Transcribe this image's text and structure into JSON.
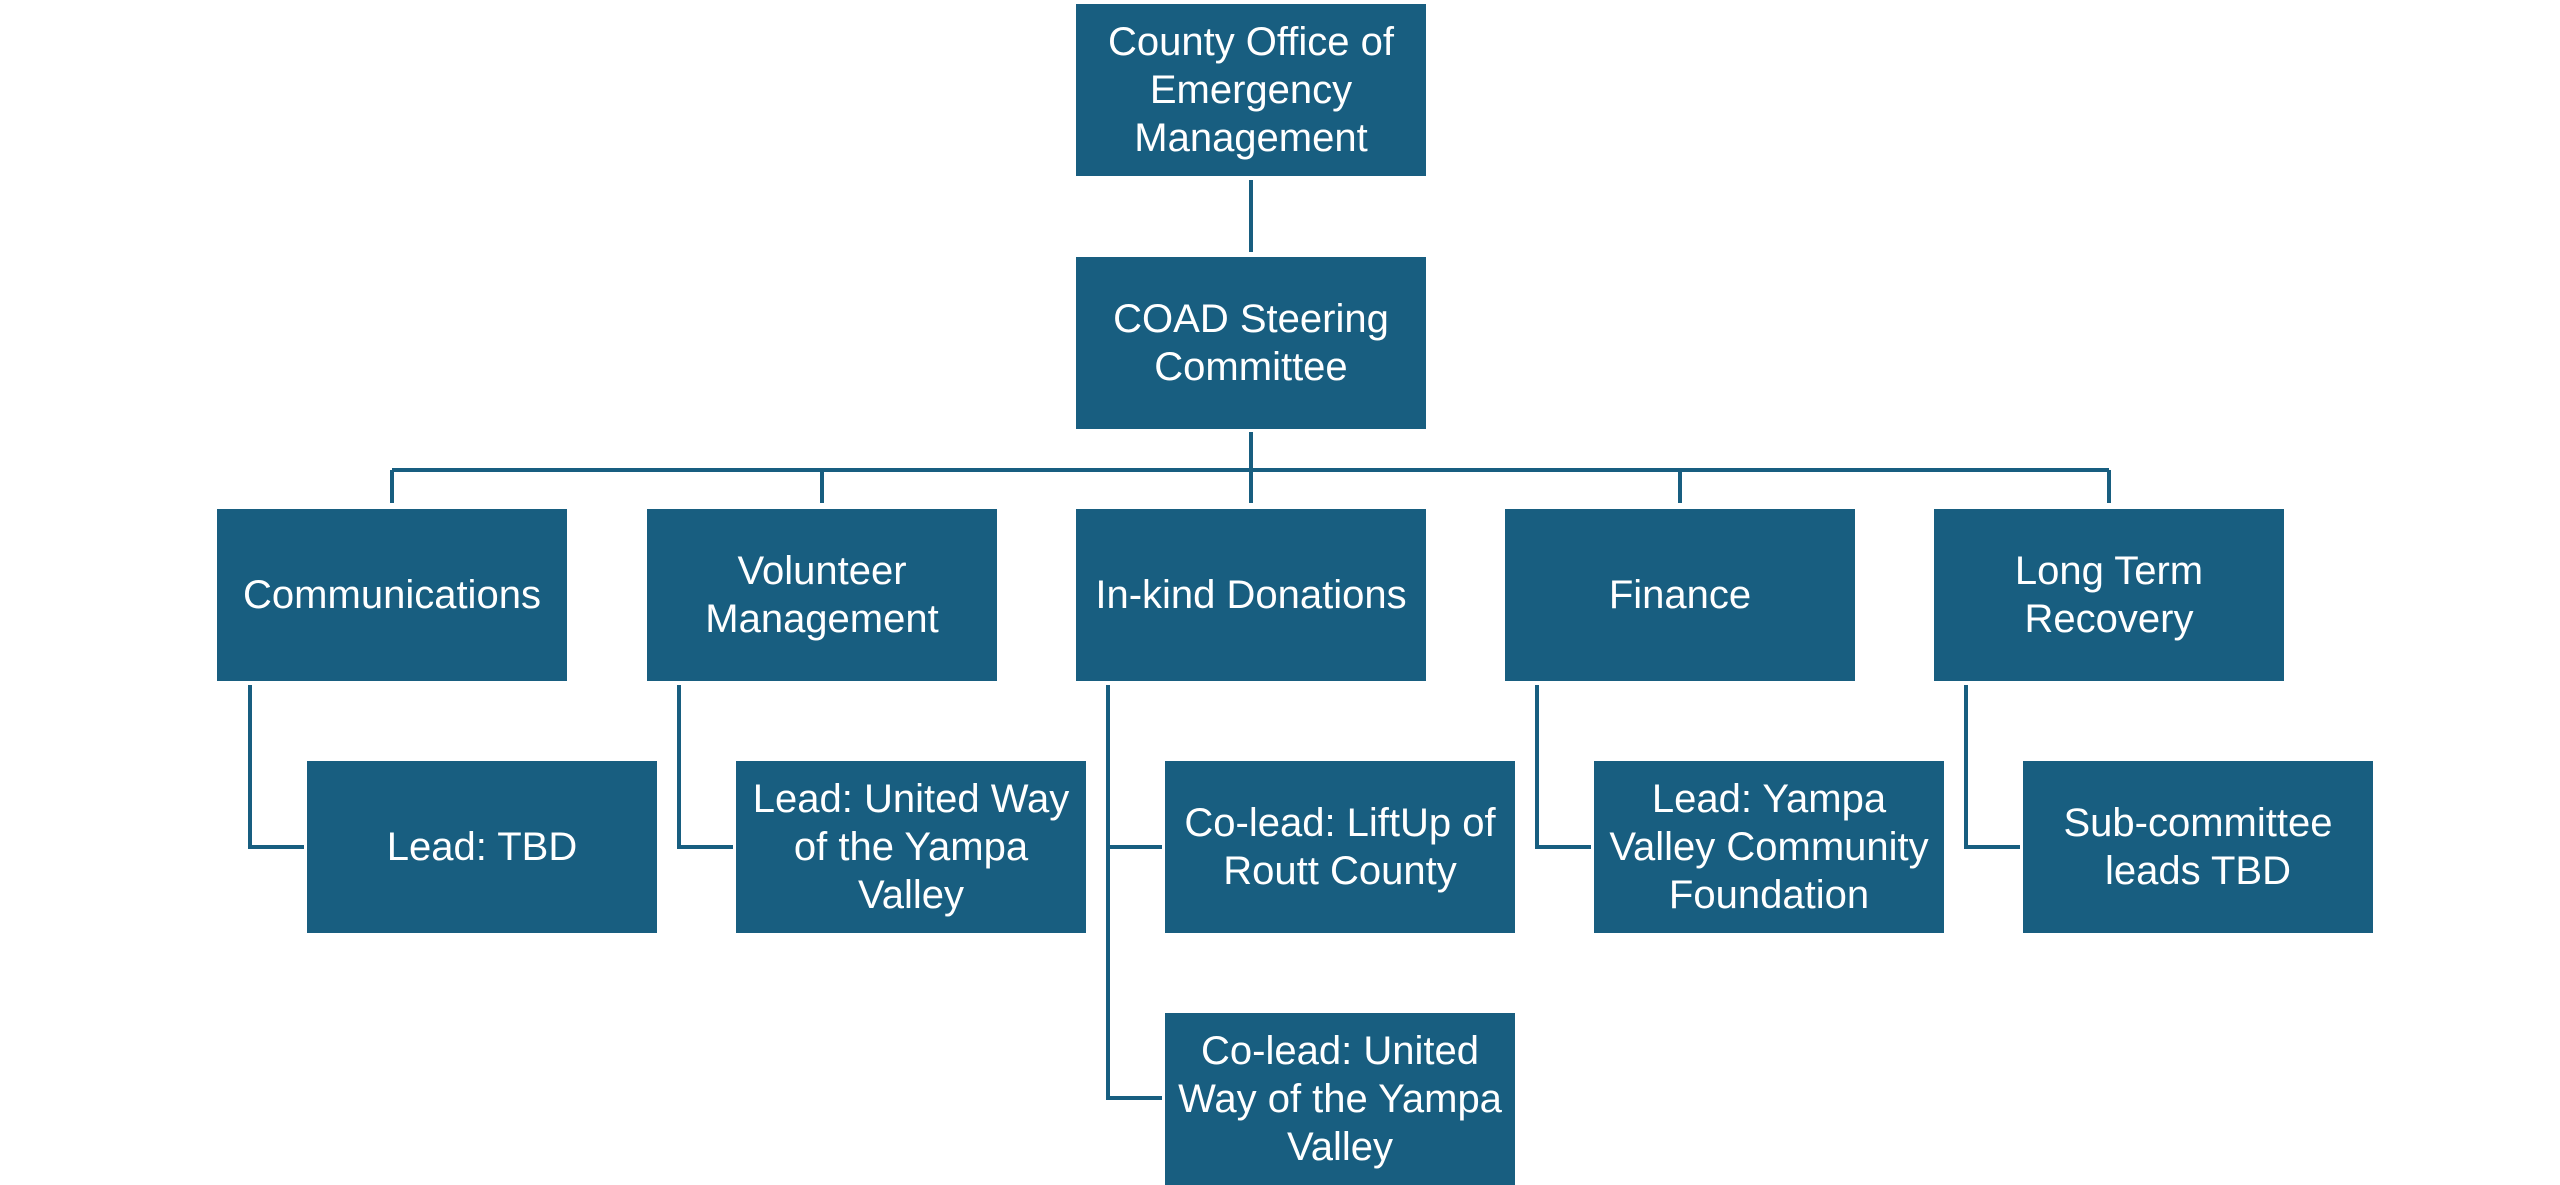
{
  "colors": {
    "box": "#185e80",
    "line": "#185e80",
    "text": "#ffffff"
  },
  "nodes": {
    "oem": "County Office of Emergency Management",
    "steering": "COAD Steering Committee",
    "communications": "Communications",
    "volunteer": "Volunteer Management",
    "inkind": "In-kind Donations",
    "finance": "Finance",
    "ltr": "Long Term Recovery",
    "comm_lead": "Lead: TBD",
    "vol_lead": "Lead: United Way of the Yampa Valley",
    "inkind_colead1": "Co-lead: LiftUp of Routt County",
    "inkind_colead2": "Co-lead: United Way of the Yampa Valley",
    "finance_lead": "Lead: Yampa Valley Community Foundation",
    "ltr_leads": "Sub-committee leads TBD"
  },
  "edges": [
    [
      "oem",
      "steering"
    ],
    [
      "steering",
      "communications"
    ],
    [
      "steering",
      "volunteer"
    ],
    [
      "steering",
      "inkind"
    ],
    [
      "steering",
      "finance"
    ],
    [
      "steering",
      "ltr"
    ],
    [
      "communications",
      "comm_lead"
    ],
    [
      "volunteer",
      "vol_lead"
    ],
    [
      "inkind",
      "inkind_colead1"
    ],
    [
      "inkind",
      "inkind_colead2"
    ],
    [
      "finance",
      "finance_lead"
    ],
    [
      "ltr",
      "ltr_leads"
    ]
  ]
}
